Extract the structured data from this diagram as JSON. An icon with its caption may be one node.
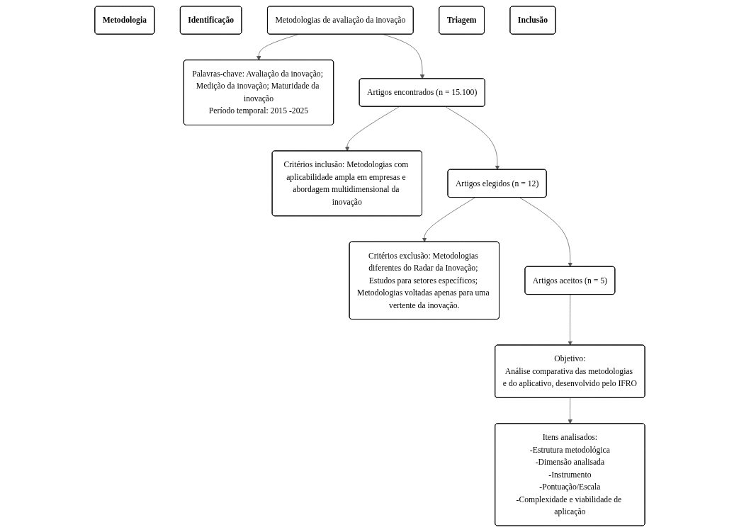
{
  "diagram": {
    "nodes": [
      {
        "text": [
          "Metodologia"
        ]
      },
      {
        "text": [
          "Identificação"
        ]
      },
      {
        "text": [
          "Metodologias de avaliação da inovação"
        ]
      },
      {
        "text": [
          "Palavras-chave: Avaliação da inovação; Medição da inovação; Maturidade da inovação",
          "Período temporal: 2015 -2025"
        ]
      },
      {
        "text": [
          "Triagem"
        ]
      },
      {
        "text": [
          "Artigos encontrados (n = 15.100)"
        ]
      },
      {
        "text": [
          "Critérios inclusão: Metodologias com aplicabilidade ampla em empresas e abordagem multidimensional da inovação"
        ]
      },
      {
        "text": [
          "Artigos elegidos (n = 12)"
        ]
      },
      {
        "text": [
          "Critérios exclusão: Metodologias diferentes do Radar da Inovação; Estudos para setores específicos; Metodologias voltadas apenas para uma vertente da inovação."
        ]
      },
      {
        "text": [
          "Inclusão"
        ]
      },
      {
        "text": [
          "Artigos aceitos (n = 5)"
        ]
      },
      {
        "text": [
          "Objetivo:",
          "Análise comparativa das metodologias e do aplicativo, desenvolvido pelo IFRO"
        ]
      },
      {
        "text": [
          "Itens analisados:",
          "-Estrutura metodológica",
          "-Dimensão analisada",
          "-Instrumento",
          "-Pontuação/Escala",
          "-Complexidade e viabilidade de aplicação"
        ]
      }
    ],
    "edges": [
      {
        "from": 2,
        "to": 3,
        "arrow": "to"
      },
      {
        "from": 2,
        "to": 5,
        "arrow": "to"
      },
      {
        "from": 5,
        "to": 6,
        "arrow": "to"
      },
      {
        "from": 5,
        "to": 7,
        "arrow": "to"
      },
      {
        "from": 7,
        "to": 8,
        "arrow": "to"
      },
      {
        "from": 7,
        "to": 10,
        "arrow": "to"
      },
      {
        "from": 10,
        "to": 11,
        "arrow": "to"
      },
      {
        "from": 11,
        "to": 12,
        "arrow": "to"
      }
    ]
  }
}
